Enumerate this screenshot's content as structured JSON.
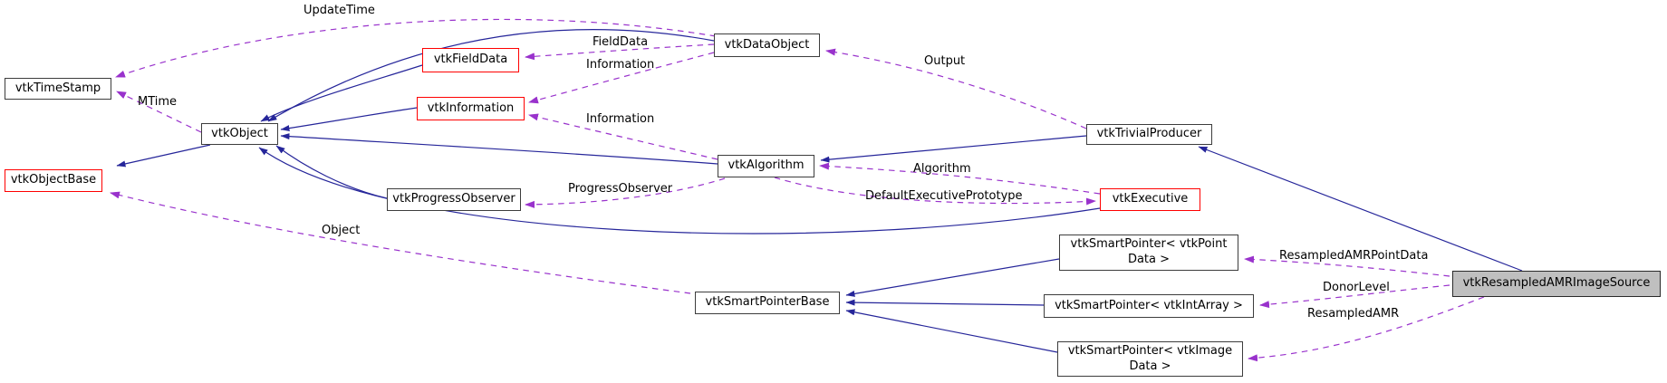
{
  "diagram": {
    "type": "doxygen-collaboration-graph",
    "focus_class": "vtkResampledAMRImageSource",
    "colors": {
      "inheritance_edge": "#26269a",
      "usage_edge": "#9932cc",
      "node_border": "#3d3d3d",
      "truncated_node_border": "#ff0000",
      "focus_node_fill": "#bfbfbf",
      "background": "#ffffff"
    },
    "nodes": [
      {
        "label": "vtkTimeStamp"
      },
      {
        "label": "vtkObjectBase"
      },
      {
        "label": "vtkObject"
      },
      {
        "label": "vtkFieldData"
      },
      {
        "label": "vtkInformation"
      },
      {
        "label": "vtkDataObject"
      },
      {
        "label": "vtkProgressObserver"
      },
      {
        "label": "vtkAlgorithm"
      },
      {
        "label": "vtkTrivialProducer"
      },
      {
        "label": "vtkExecutive"
      },
      {
        "label": "vtkSmartPointer< vtkPoint Data >"
      },
      {
        "label": "vtkSmartPointerBase"
      },
      {
        "label": "vtkSmartPointer< vtkIntArray >"
      },
      {
        "label": "vtkSmartPointer< vtkImage Data >"
      },
      {
        "label": "vtkResampledAMRImageSource"
      }
    ],
    "edge_labels": [
      {
        "text": "UpdateTime"
      },
      {
        "text": "MTime"
      },
      {
        "text": "FieldData"
      },
      {
        "text": "Information"
      },
      {
        "text": "Information"
      },
      {
        "text": "Output"
      },
      {
        "text": "ProgressObserver"
      },
      {
        "text": "Algorithm"
      },
      {
        "text": "DefaultExecutivePrototype"
      },
      {
        "text": "Object"
      },
      {
        "text": "ResampledAMRPointData"
      },
      {
        "text": "DonorLevel"
      },
      {
        "text": "ResampledAMR"
      }
    ]
  }
}
